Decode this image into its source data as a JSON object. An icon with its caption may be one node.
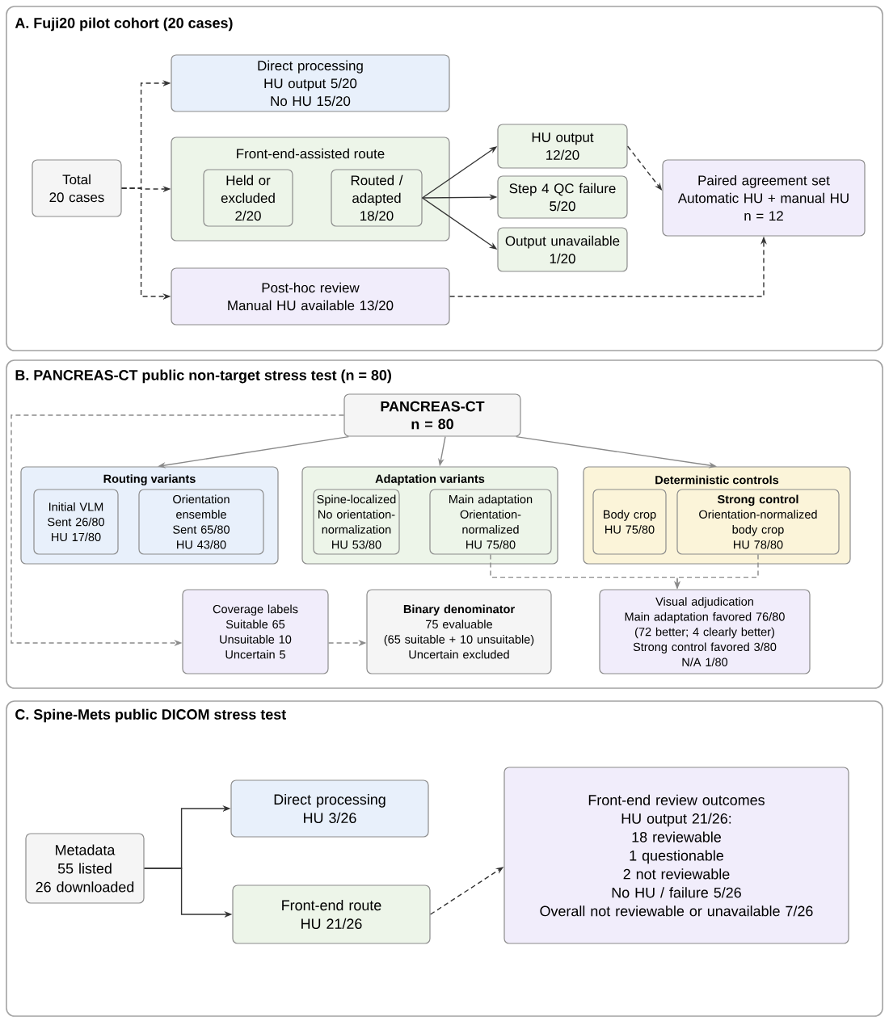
{
  "diagram": {
    "nodes": [
      {
        "text": [
          "A. Fuji20 pilot cohort (20 cases)"
        ]
      },
      {
        "text": [
          "Total",
          "20 cases"
        ],
        "in": 0
      },
      {
        "text": [
          "Direct processing",
          "HU output 5/20",
          "No HU 15/20"
        ],
        "in": 0
      },
      {
        "text": [
          "Front-end-assisted route"
        ],
        "in": 0
      },
      {
        "text": [
          "Held or excluded",
          "2/20"
        ],
        "in": 3
      },
      {
        "text": [
          "Routed / adapted",
          "18/20"
        ],
        "in": 3
      },
      {
        "text": [
          "Post-hoc review",
          "Manual HU available 13/20"
        ],
        "in": 0
      },
      {
        "text": [
          "HU output",
          "12/20"
        ],
        "in": 0
      },
      {
        "text": [
          "Step 4 QC failure",
          "5/20"
        ],
        "in": 0
      },
      {
        "text": [
          "Output unavailable",
          "1/20"
        ],
        "in": 0
      },
      {
        "text": [
          "Paired agreement set",
          "Automatic HU + manual HU",
          "n = 12"
        ],
        "in": 0
      },
      {
        "text": [
          "B. PANCREAS-CT public non-target stress test (n = 80)"
        ]
      },
      {
        "text": [
          "PANCREAS-CT",
          "n = 80"
        ],
        "in": 11
      },
      {
        "text": [
          "Routing variants"
        ],
        "in": 11
      },
      {
        "text": [
          "Initial VLM",
          "Sent 26/80",
          "HU 17/80"
        ],
        "in": 13
      },
      {
        "text": [
          "Orientation ensemble",
          "Sent 65/80",
          "HU 43/80"
        ],
        "in": 13
      },
      {
        "text": [
          "Adaptation variants"
        ],
        "in": 11
      },
      {
        "text": [
          "Spine-localized",
          "No orientation-normalization",
          "HU 53/80"
        ],
        "in": 16
      },
      {
        "text": [
          "Main adaptation",
          "Orientation-normalized",
          "HU 75/80"
        ],
        "in": 16
      },
      {
        "text": [
          "Deterministic controls"
        ],
        "in": 11
      },
      {
        "text": [
          "Body crop",
          "HU 75/80"
        ],
        "in": 19
      },
      {
        "text": [
          "Strong control",
          "Orientation-normalized body crop",
          "HU 78/80"
        ],
        "in": 19
      },
      {
        "text": [
          "Coverage labels",
          "Suitable 65",
          "Unsuitable 10",
          "Uncertain 5"
        ],
        "in": 11
      },
      {
        "text": [
          "Binary denominator",
          "75 evaluable",
          "(65 suitable + 10 unsuitable)",
          "Uncertain excluded"
        ],
        "in": 11
      },
      {
        "text": [
          "Visual adjudication",
          "Main adaptation favored 76/80",
          "(72 better; 4 clearly better)",
          "Strong control favored 3/80",
          "N/A 1/80"
        ],
        "in": 11
      },
      {
        "text": [
          "C. Spine-Mets public DICOM stress test"
        ]
      },
      {
        "text": [
          "Metadata",
          "55 listed",
          "26 downloaded"
        ],
        "in": 25
      },
      {
        "text": [
          "Direct processing",
          "HU 3/26"
        ],
        "in": 25
      },
      {
        "text": [
          "Front-end route",
          "HU 21/26"
        ],
        "in": 25
      },
      {
        "text": [
          "Front-end review outcomes",
          "HU output 21/26:",
          "18 reviewable",
          "1 questionable",
          "2 not reviewable",
          "No HU / failure 5/26",
          "Overall not reviewable or unavailable 7/26"
        ],
        "in": 25
      }
    ],
    "edges": [
      {
        "from": 1,
        "to": 2,
        "arrow": "to",
        "style": "dashed"
      },
      {
        "from": 1,
        "to": 3,
        "arrow": "to",
        "style": "dashed"
      },
      {
        "from": 1,
        "to": 6,
        "arrow": "to",
        "style": "dashed"
      },
      {
        "from": 5,
        "to": 7,
        "arrow": "to"
      },
      {
        "from": 5,
        "to": 8,
        "arrow": "to"
      },
      {
        "from": 5,
        "to": 9,
        "arrow": "to"
      },
      {
        "from": 7,
        "to": 10,
        "arrow": "to",
        "style": "dashed"
      },
      {
        "from": 6,
        "to": 10,
        "arrow": "to",
        "style": "dashed"
      },
      {
        "from": 12,
        "to": 13,
        "arrow": "to",
        "color": "#8a8a8a"
      },
      {
        "from": 12,
        "to": 16,
        "arrow": "to",
        "color": "#8a8a8a"
      },
      {
        "from": 12,
        "to": 19,
        "arrow": "to",
        "color": "#8a8a8a"
      },
      {
        "from": 12,
        "to": 22,
        "arrow": "to",
        "style": "dashed",
        "color": "#8a8a8a"
      },
      {
        "from": 22,
        "to": 23,
        "arrow": "to",
        "style": "dashed",
        "color": "#8a8a8a"
      },
      {
        "from": 18,
        "to": 24,
        "arrow": "to",
        "style": "dashed",
        "color": "#8a8a8a"
      },
      {
        "from": 21,
        "to": 24,
        "arrow": "to",
        "style": "dashed",
        "color": "#8a8a8a"
      },
      {
        "from": 26,
        "to": 27,
        "arrow": "to"
      },
      {
        "from": 26,
        "to": 28,
        "arrow": "to"
      },
      {
        "from": 28,
        "to": 29,
        "arrow": "to",
        "style": "dashed"
      }
    ]
  }
}
